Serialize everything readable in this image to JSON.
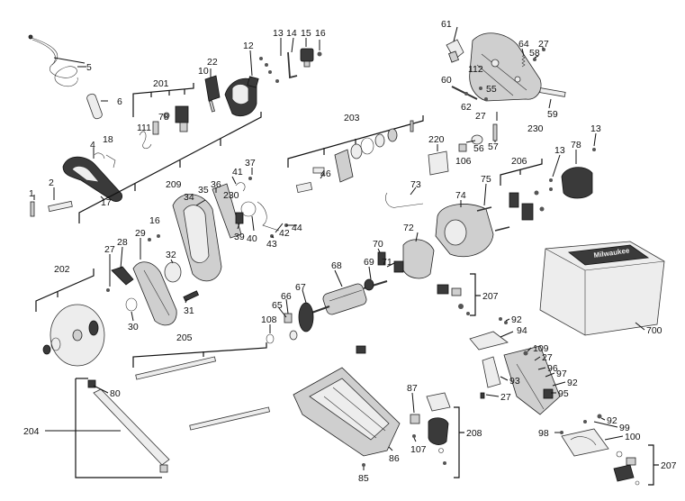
{
  "diagram": {
    "callouts": [
      {
        "id": "c5",
        "text": "5"
      },
      {
        "id": "c6",
        "text": "6"
      },
      {
        "id": "c201",
        "text": "201"
      },
      {
        "id": "c111",
        "text": "111"
      },
      {
        "id": "c78a",
        "text": "78"
      },
      {
        "id": "c18",
        "text": "18"
      },
      {
        "id": "c4",
        "text": "4"
      },
      {
        "id": "c10",
        "text": "10"
      },
      {
        "id": "c22",
        "text": "22"
      },
      {
        "id": "c12",
        "text": "12"
      },
      {
        "id": "c13a",
        "text": "13"
      },
      {
        "id": "c14",
        "text": "14"
      },
      {
        "id": "c15",
        "text": "15"
      },
      {
        "id": "c16a",
        "text": "16"
      },
      {
        "id": "c61",
        "text": "61"
      },
      {
        "id": "c64",
        "text": "64"
      },
      {
        "id": "c27a",
        "text": "27"
      },
      {
        "id": "c58",
        "text": "58"
      },
      {
        "id": "c112",
        "text": "112"
      },
      {
        "id": "c60",
        "text": "60"
      },
      {
        "id": "c55",
        "text": "55"
      },
      {
        "id": "c62",
        "text": "62"
      },
      {
        "id": "c59",
        "text": "59"
      },
      {
        "id": "c27b",
        "text": "27"
      },
      {
        "id": "c230a",
        "text": "230"
      },
      {
        "id": "c56",
        "text": "56"
      },
      {
        "id": "c57",
        "text": "57"
      },
      {
        "id": "c106",
        "text": "106"
      },
      {
        "id": "c203",
        "text": "203"
      },
      {
        "id": "c13b",
        "text": "13"
      },
      {
        "id": "c78b",
        "text": "78"
      },
      {
        "id": "c13c",
        "text": "13"
      },
      {
        "id": "c220",
        "text": "220"
      },
      {
        "id": "c206",
        "text": "206"
      },
      {
        "id": "c75",
        "text": "75"
      },
      {
        "id": "c46",
        "text": "46"
      },
      {
        "id": "c73",
        "text": "73"
      },
      {
        "id": "c74",
        "text": "74"
      },
      {
        "id": "c209",
        "text": "209"
      },
      {
        "id": "c37",
        "text": "37"
      },
      {
        "id": "c41",
        "text": "41"
      },
      {
        "id": "c35",
        "text": "35"
      },
      {
        "id": "c36",
        "text": "36"
      },
      {
        "id": "c230b",
        "text": "230"
      },
      {
        "id": "c34",
        "text": "34"
      },
      {
        "id": "c1",
        "text": "1"
      },
      {
        "id": "c2",
        "text": "2"
      },
      {
        "id": "c17",
        "text": "17"
      },
      {
        "id": "c16b",
        "text": "16"
      },
      {
        "id": "c39",
        "text": "39"
      },
      {
        "id": "c40",
        "text": "40"
      },
      {
        "id": "c42",
        "text": "42"
      },
      {
        "id": "c44",
        "text": "44"
      },
      {
        "id": "c43",
        "text": "43"
      },
      {
        "id": "c72",
        "text": "72"
      },
      {
        "id": "c70",
        "text": "70"
      },
      {
        "id": "c69",
        "text": "69"
      },
      {
        "id": "c71",
        "text": "71"
      },
      {
        "id": "c27c",
        "text": "27"
      },
      {
        "id": "c28",
        "text": "28"
      },
      {
        "id": "c29",
        "text": "29"
      },
      {
        "id": "c32",
        "text": "32"
      },
      {
        "id": "c202",
        "text": "202"
      },
      {
        "id": "c68",
        "text": "68"
      },
      {
        "id": "c207a",
        "text": "207"
      },
      {
        "id": "c31",
        "text": "31"
      },
      {
        "id": "c67",
        "text": "67"
      },
      {
        "id": "c66",
        "text": "66"
      },
      {
        "id": "c65",
        "text": "65"
      },
      {
        "id": "c30",
        "text": "30"
      },
      {
        "id": "c108",
        "text": "108"
      },
      {
        "id": "c92a",
        "text": "92"
      },
      {
        "id": "c94",
        "text": "94"
      },
      {
        "id": "c700",
        "text": "700"
      },
      {
        "id": "c205",
        "text": "205"
      },
      {
        "id": "c109",
        "text": "109"
      },
      {
        "id": "c27d",
        "text": "27"
      },
      {
        "id": "c96",
        "text": "96"
      },
      {
        "id": "c97",
        "text": "97"
      },
      {
        "id": "c92b",
        "text": "92"
      },
      {
        "id": "c93",
        "text": "93"
      },
      {
        "id": "c27e",
        "text": "27"
      },
      {
        "id": "c95",
        "text": "95"
      },
      {
        "id": "c80",
        "text": "80"
      },
      {
        "id": "c87",
        "text": "87"
      },
      {
        "id": "c204",
        "text": "204"
      },
      {
        "id": "c92c",
        "text": "92"
      },
      {
        "id": "c99",
        "text": "99"
      },
      {
        "id": "c98",
        "text": "98"
      },
      {
        "id": "c100",
        "text": "100"
      },
      {
        "id": "c208",
        "text": "208"
      },
      {
        "id": "c107",
        "text": "107"
      },
      {
        "id": "c86",
        "text": "86"
      },
      {
        "id": "c207b",
        "text": "207"
      },
      {
        "id": "c85",
        "text": "85"
      }
    ],
    "case_logo_text": "Milwaukee"
  }
}
